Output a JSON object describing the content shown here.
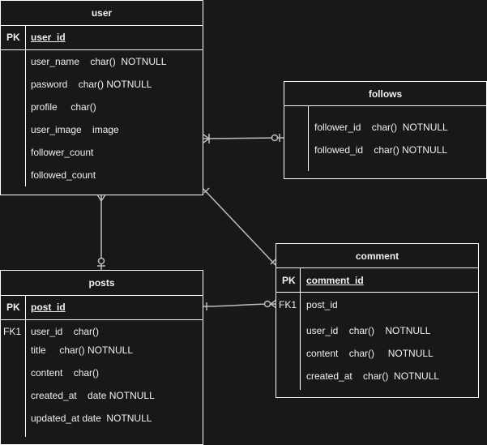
{
  "user": {
    "title": "user",
    "key": "PK",
    "pk_field": "user_id",
    "fields": [
      "user_name    char()  NOTNULL",
      "pasword    char() NOTNULL",
      "profile     char()",
      "user_image    image",
      "follower_count",
      "followed_count"
    ]
  },
  "follows": {
    "title": "follows",
    "fields": [
      "follower_id    char()  NOTNULL",
      "followed_id    char() NOTNULL"
    ]
  },
  "posts": {
    "title": "posts",
    "key": "PK",
    "pk_field": "post_id",
    "fk_key": "FK1",
    "fields": [
      "user_id    char()",
      "title     char() NOTNULL",
      "content    char()",
      "created_at    date NOTNULL",
      "updated_at date  NOTNULL"
    ]
  },
  "comment": {
    "title": "comment",
    "key": "PK",
    "pk_field": "comment_id",
    "fk_key": "FK1",
    "fields": [
      "post_id",
      "user_id    char()    NOTNULL",
      "content    char()     NOTNULL",
      "created_at    char()  NOTNULL"
    ]
  }
}
